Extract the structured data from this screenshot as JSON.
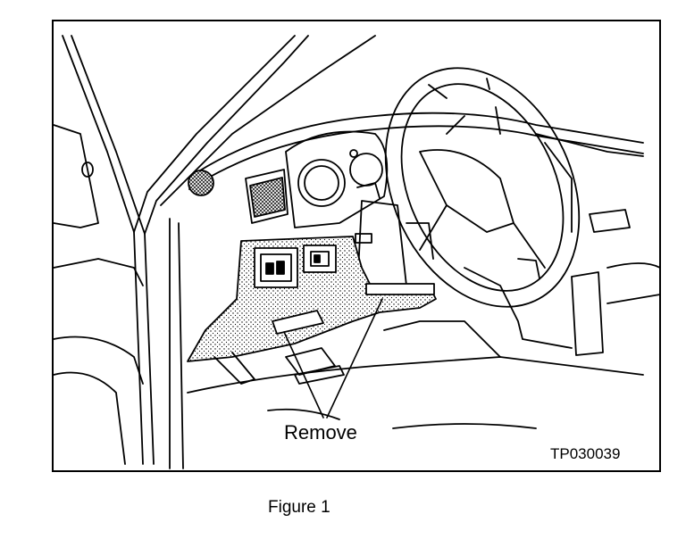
{
  "figure": {
    "callout_label": "Remove",
    "figure_code": "TP030039",
    "caption": "Figure 1"
  }
}
